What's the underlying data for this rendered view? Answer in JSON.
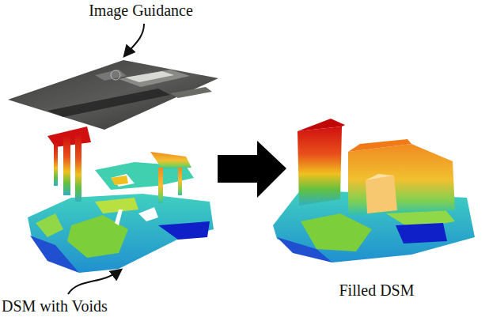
{
  "diagram": {
    "labels": [
      "Image Guidance",
      "DSM with Voids",
      "Filled DSM"
    ]
  }
}
